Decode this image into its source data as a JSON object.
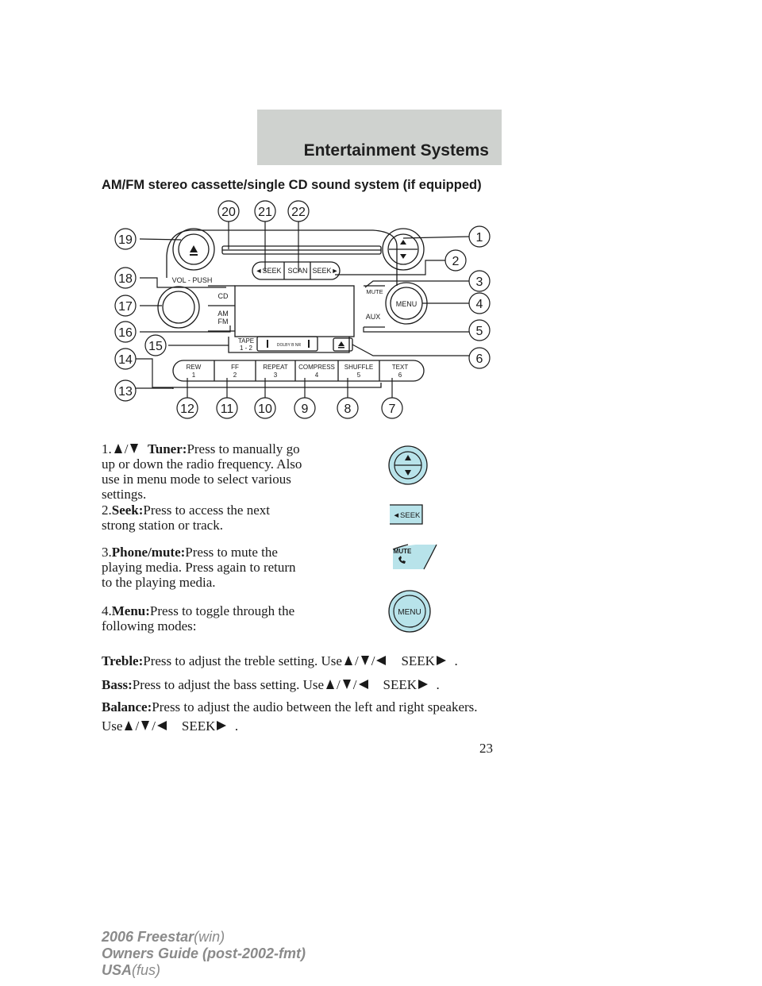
{
  "header": {
    "title": "Entertainment Systems"
  },
  "section": {
    "heading": "AM/FM stereo cassette/single CD sound system (if equipped)"
  },
  "diagram": {
    "callouts": [
      "1",
      "2",
      "3",
      "4",
      "5",
      "6",
      "7",
      "8",
      "9",
      "10",
      "11",
      "12",
      "13",
      "14",
      "15",
      "16",
      "17",
      "18",
      "19",
      "20",
      "21",
      "22"
    ],
    "labels": {
      "vol_push": "VOL - PUSH",
      "seek_left": "◄SEEK",
      "scan": "SCAN",
      "seek_right": "SEEK►",
      "cd": "CD",
      "am": "AM",
      "fm": "FM",
      "mute": "MUTE",
      "aux": "AUX",
      "menu": "MENU",
      "tape": "TAPE",
      "tape_sub": "1 - 2",
      "dolby": "DOLBY B NR"
    },
    "presets": [
      {
        "name": "REW",
        "num": "1"
      },
      {
        "name": "FF",
        "num": "2"
      },
      {
        "name": "REPEAT",
        "num": "3"
      },
      {
        "name": "COMPRESS",
        "num": "4"
      },
      {
        "name": "SHUFFLE",
        "num": "5"
      },
      {
        "name": "TEXT",
        "num": "6"
      }
    ]
  },
  "items": [
    {
      "num": "1.",
      "slash": "/",
      "label": "Tuner:",
      "text": "Press to manually go up or down the radio frequency. Also use in menu mode to select various settings."
    },
    {
      "num": "2.",
      "label": "Seek:",
      "text": "Press to access the next strong station or track."
    },
    {
      "num": "3.",
      "label": "Phone/mute:",
      "text": "Press to mute the playing media. Press again to return to the playing media."
    },
    {
      "num": "4.",
      "label": "Menu:",
      "text": "Press to toggle through the following modes:"
    }
  ],
  "thumbs": {
    "seek": "◄SEEK",
    "mute": "MUTE",
    "menu": "MENU"
  },
  "modes": [
    {
      "label": "Treble:",
      "text": "Press to adjust the treble setting. Use"
    },
    {
      "label": "Bass:",
      "text": "Press to adjust the bass setting. Use"
    },
    {
      "label": "Balance:",
      "text": "Press to adjust the audio between the left and right speakers."
    }
  ],
  "use_line": {
    "prefix": "Use"
  },
  "controls_ref": {
    "slash": "/",
    "seek": "SEEK",
    "period": "."
  },
  "page_number": "23",
  "footer": {
    "line1_bold": "2006 Freestar",
    "line1_rest": "(win)",
    "line2_bold": "Owners Guide (post-2002-fmt)",
    "line3_bold": "USA",
    "line3_rest": "(fus)"
  },
  "colors": {
    "header_band": "#cfd2cf",
    "thumb_fill": "#b8e3ea",
    "text": "#1a1a1a",
    "footer": "#8a8a8a"
  }
}
